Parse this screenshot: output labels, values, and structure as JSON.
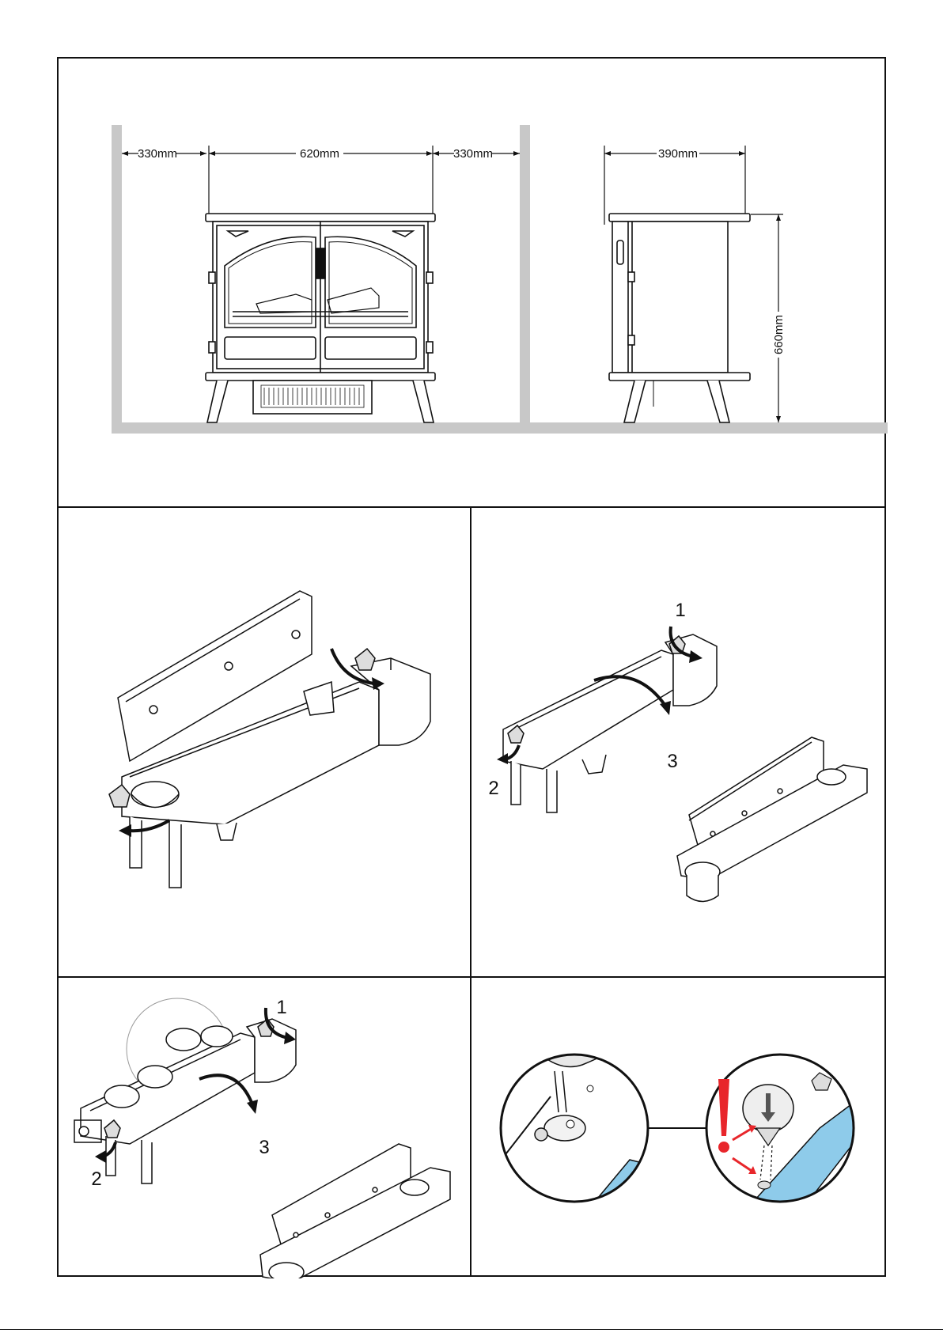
{
  "dimensions": {
    "left_clearance": "330mm",
    "width": "620mm",
    "right_clearance": "330mm",
    "depth": "390mm",
    "height": "660mm"
  },
  "steps": {
    "panel3": {
      "one": "1",
      "two": "2",
      "three": "3"
    },
    "panel4": {
      "one": "1",
      "two": "2",
      "three": "3"
    }
  },
  "colors": {
    "wall": "#c8c8c8",
    "accent_red": "#e8262b",
    "water_blue": "#8ecbea"
  }
}
